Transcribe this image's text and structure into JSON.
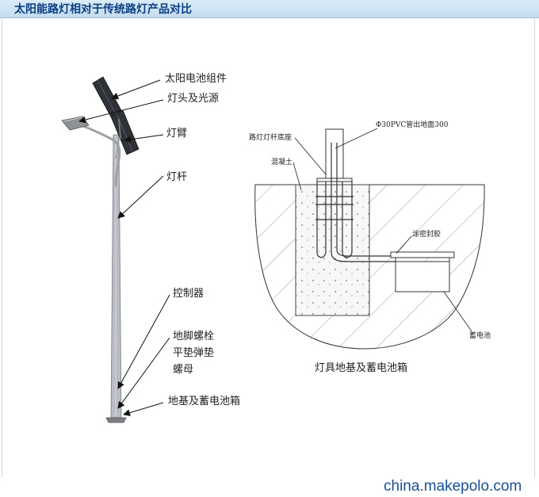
{
  "header": {
    "title": "太阳能路灯相对于传统路灯产品对比"
  },
  "pole_labels": {
    "solar_panel": "太阳电池组件",
    "lamp_head": "灯头及光源",
    "lamp_arm": "灯臂",
    "pole": "灯杆",
    "controller": "控制器",
    "anchor_bolt": "地脚螺栓",
    "washer": "平垫弹垫",
    "nut": "螺母",
    "foundation": "地基及蓄电池箱"
  },
  "foundation_labels": {
    "pole_base": "路灯灯杆底座",
    "pvc_pipe": "Φ30PVC管出地面300",
    "concrete": "混凝土",
    "sealant": "涂密封胶",
    "battery": "蓄电池",
    "caption": "灯具地基及蓄电池箱"
  },
  "watermark": "china.makepolo.com"
}
